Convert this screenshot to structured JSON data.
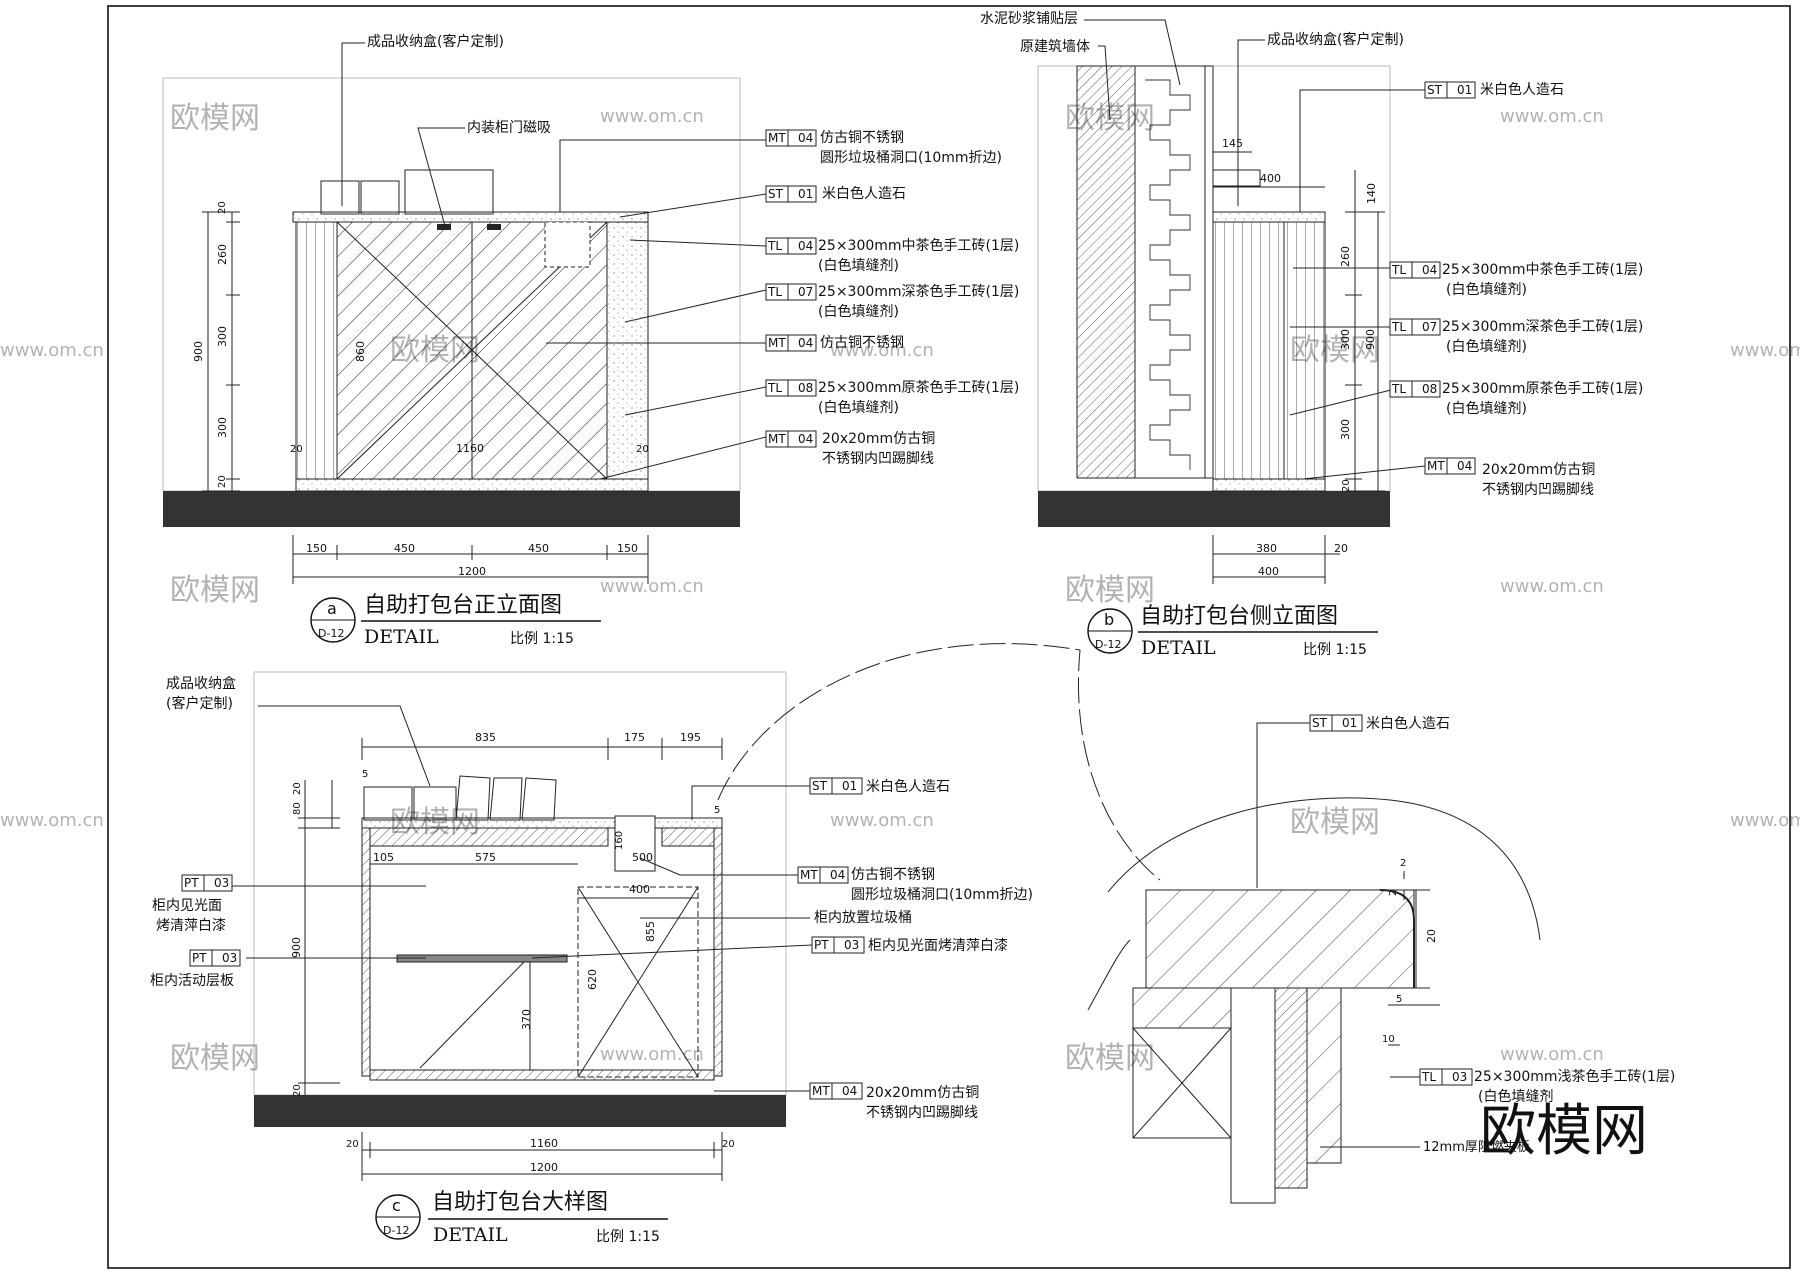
{
  "watermark": {
    "logo_big": "欧模网",
    "logo_small": "欧模网",
    "url": "www.om.cn"
  },
  "common": {
    "code_mt": "MT",
    "code_st": "ST",
    "code_tl": "TL",
    "code_pt": "PT",
    "ref_d12": "D-12",
    "detail": "DETAIL",
    "scale": "比例 1:15",
    "storage_box": "成品收纳盒(客户定制)",
    "storage_box_l1": "成品收纳盒",
    "storage_box_l2": "(客户定制)",
    "stone": "米白色人造石",
    "white_grout": "(白色填缝剂)",
    "bronze_ss": "仿古铜不锈钢",
    "round_bin": "圆形垃圾桶洞口(10mm折边)",
    "kick_l1": "20x20mm仿古铜",
    "kick_l2": "不锈钢内凹踢脚线"
  },
  "view_a": {
    "marker": "a",
    "title": "自助打包台正立面图",
    "label_magnet": "内装柜门磁吸",
    "mt04": "04",
    "st01": "01",
    "tl04": "04",
    "tl04_text": "25×300mm中茶色手工砖(1层)",
    "tl07": "07",
    "tl07_text": "25×300mm深茶色手工砖(1层)",
    "mt04b": "04",
    "tl08": "08",
    "tl08_text": "25×300mm原茶色手工砖(1层)",
    "mt04c": "04",
    "dims": {
      "d20a": "20",
      "d260": "260",
      "d300a": "300",
      "d300b": "300",
      "d20b": "20",
      "d900": "900",
      "d860": "860",
      "d20c": "20",
      "d1160": "1160",
      "d20d": "20",
      "d150a": "150",
      "d450a": "450",
      "d450b": "450",
      "d150b": "150",
      "d1200": "1200"
    }
  },
  "view_b": {
    "marker": "b",
    "title": "自助打包台侧立面图",
    "label_mortar": "水泥砂浆铺贴层",
    "label_wall": "原建筑墙体",
    "st01": "01",
    "tl04": "04",
    "tl04_text": "25×300mm中茶色手工砖(1层)",
    "tl07": "07",
    "tl07_text": "25×300mm深茶色手工砖(1层)",
    "tl08": "08",
    "tl08_text": "25×300mm原茶色手工砖(1层)",
    "mt04": "04",
    "dims": {
      "d145": "145",
      "d400top": "400",
      "d140": "140",
      "d260": "260",
      "d300a": "300",
      "d900": "900",
      "d300b": "300",
      "d20": "20",
      "d380": "380",
      "d20b": "20",
      "d400": "400"
    }
  },
  "view_c": {
    "marker": "c",
    "title": "自助打包台大样图",
    "st01": "01",
    "mt04": "04",
    "label_bin": "柜内放置垃圾桶",
    "pt03_right": "03",
    "pt03_right_text": "柜内见光面烤清萍白漆",
    "pt03_a": "03",
    "pt03_a_l1": "柜内见光面",
    "pt03_a_l2": "烤清萍白漆",
    "pt03_b": "03",
    "pt03_b_l1": "柜内活动层板",
    "mt04b": "04",
    "dims": {
      "d835": "835",
      "d175": "175",
      "d195": "195",
      "d5a": "5",
      "d20a": "20",
      "d80": "80",
      "d105": "105",
      "d575": "575",
      "d160": "160",
      "d500": "500",
      "d400": "400",
      "d855": "855",
      "d900": "900",
      "d620": "620",
      "d370": "370",
      "d20b": "20",
      "d5b": "5",
      "d20c": "20",
      "d1160": "1160",
      "d20d": "20",
      "d1200": "1200"
    }
  },
  "view_d": {
    "st01": "01",
    "tl03": "03",
    "tl03_text": "25×300mm浅茶色手工砖(1层)",
    "tl03_text2": "(白色填缝剂",
    "label_board": "12mm厚阻燃夹板",
    "dims": {
      "d2a": "2",
      "d2b": "2",
      "d20": "20",
      "d5": "5",
      "d10": "10"
    }
  }
}
